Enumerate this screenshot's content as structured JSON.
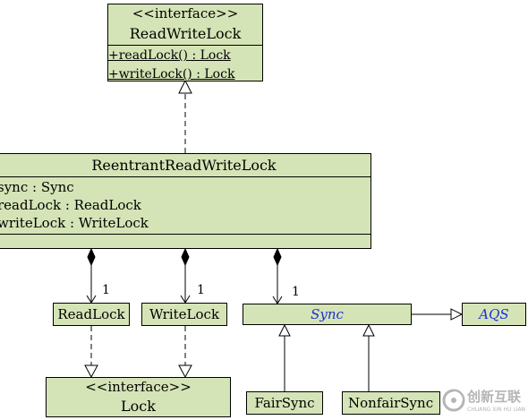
{
  "diagram": {
    "read_write_lock": {
      "stereotype": "<<interface>>",
      "name": "ReadWriteLock",
      "methods": [
        "+readLock() : Lock",
        "+writeLock() : Lock"
      ]
    },
    "reentrant_read_write_lock": {
      "name": "ReentrantReadWriteLock",
      "attributes": [
        "sync : Sync",
        "readLock : ReadLock",
        "writeLock : WriteLock"
      ]
    },
    "read_lock": {
      "name": "ReadLock"
    },
    "write_lock": {
      "name": "WriteLock"
    },
    "sync": {
      "name": "Sync"
    },
    "aqs": {
      "name": "AQS"
    },
    "lock": {
      "stereotype": "<<interface>>",
      "name": "Lock"
    },
    "fair_sync": {
      "name": "FairSync"
    },
    "nonfair_sync": {
      "name": "NonfairSync"
    },
    "multiplicities": {
      "read_lock": "1",
      "write_lock": "1",
      "sync": "1"
    },
    "colors": {
      "class_fill": "#d5e4b6",
      "abstract_text": "#1d2fd6",
      "line": "#000000"
    }
  },
  "watermark": {
    "text": "创新互联",
    "subtext": "CHUANG XIN HU LIAN"
  }
}
